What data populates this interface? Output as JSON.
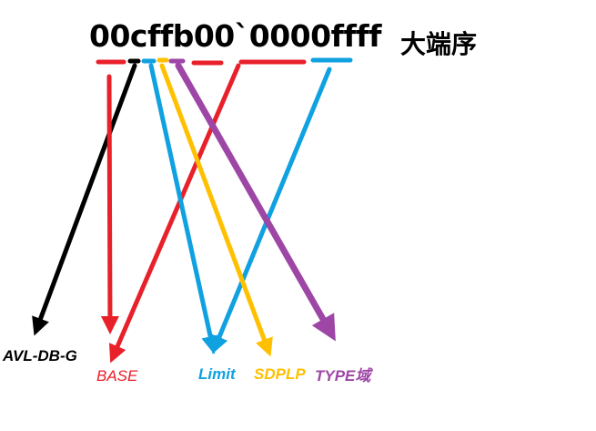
{
  "hex_value": "00cffb00`0000ffff",
  "endian_label": "大端序",
  "labels": {
    "avl_db_g": "AVL-DB-G",
    "base": "BASE",
    "limit": "Limit",
    "sdplp": "SDPLP",
    "type": "TYPE域"
  },
  "colors": {
    "avl_db_g": "#000000",
    "base": "#e8202a",
    "limit": "#0fa1e0",
    "sdplp": "#ffc000",
    "type": "#9e46a6"
  }
}
